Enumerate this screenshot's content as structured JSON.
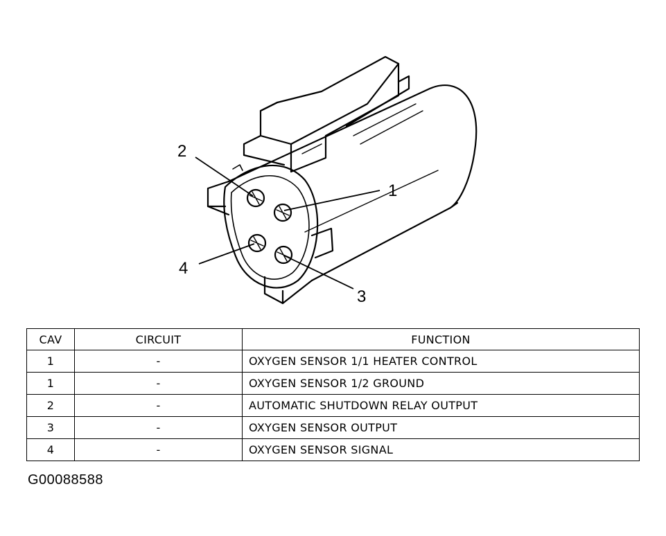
{
  "diagram": {
    "callouts": {
      "pin_1": "1",
      "pin_2": "2",
      "pin_3": "3",
      "pin_4": "4"
    }
  },
  "table": {
    "headers": {
      "cav": "CAV",
      "circuit": "CIRCUIT",
      "function": "FUNCTION"
    },
    "rows": [
      {
        "cav": "1",
        "circuit": "-",
        "function": "OXYGEN SENSOR 1/1 HEATER CONTROL"
      },
      {
        "cav": "1",
        "circuit": "-",
        "function": "OXYGEN SENSOR 1/2 GROUND"
      },
      {
        "cav": "2",
        "circuit": "-",
        "function": "AUTOMATIC SHUTDOWN RELAY OUTPUT"
      },
      {
        "cav": "3",
        "circuit": "-",
        "function": "OXYGEN SENSOR OUTPUT"
      },
      {
        "cav": "4",
        "circuit": "-",
        "function": "OXYGEN SENSOR SIGNAL"
      }
    ]
  },
  "figure_code": "G00088588"
}
